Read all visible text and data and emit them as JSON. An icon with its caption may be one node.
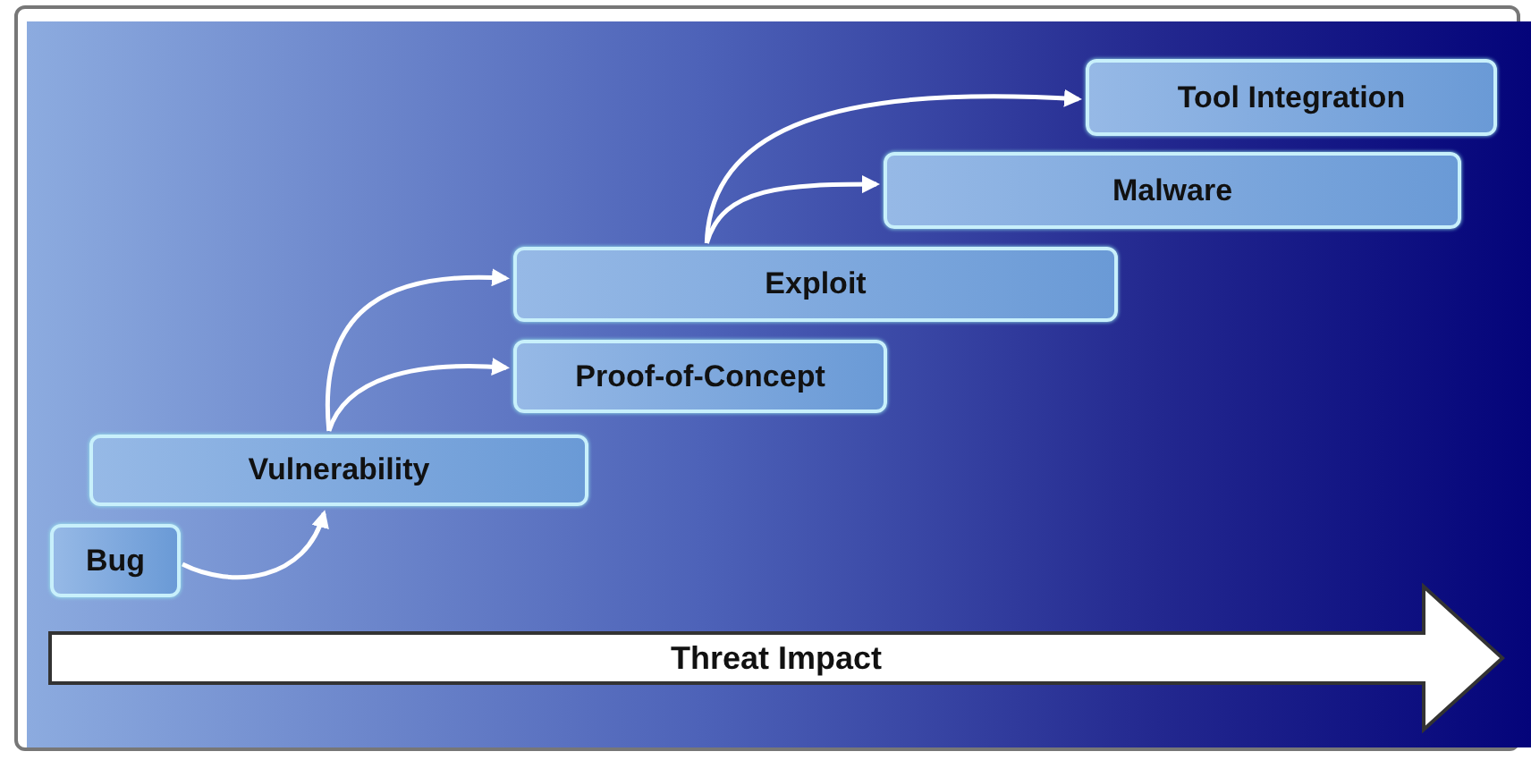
{
  "diagram": {
    "nodes": [
      {
        "text": [
          "Bug"
        ]
      },
      {
        "text": [
          "Vulnerability"
        ]
      },
      {
        "text": [
          "Proof-of-Concept"
        ]
      },
      {
        "text": [
          "Exploit"
        ]
      },
      {
        "text": [
          "Malware"
        ]
      },
      {
        "text": [
          "Tool Integration"
        ]
      },
      {
        "text": [
          "Threat Impact"
        ]
      }
    ],
    "edges": [
      {
        "from": 0,
        "to": 1,
        "arrow": "to"
      },
      {
        "from": 1,
        "to": 3,
        "arrow": "to"
      },
      {
        "from": 1,
        "to": 2,
        "arrow": "to"
      },
      {
        "from": 3,
        "to": 5,
        "arrow": "to"
      },
      {
        "from": 3,
        "to": 4,
        "arrow": "to"
      }
    ]
  }
}
